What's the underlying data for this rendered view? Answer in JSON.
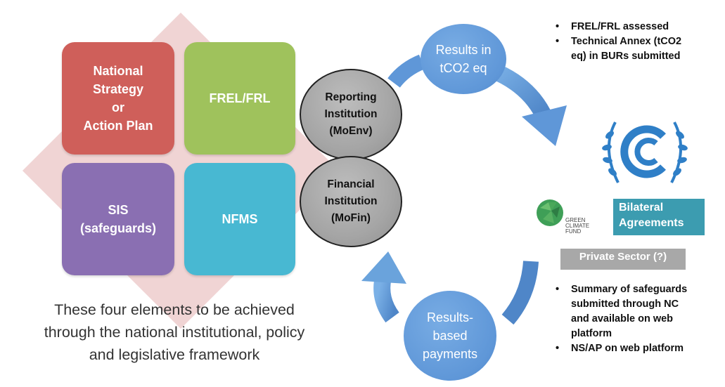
{
  "quadrants": {
    "strategy": {
      "label": "National\nStrategy\nor\nAction Plan",
      "color": "#cf5f5a"
    },
    "frel": {
      "label": "FREL/FRL",
      "color": "#9fc25c"
    },
    "sis": {
      "label": "SIS\n(safeguards)",
      "color": "#8a6fb2"
    },
    "nfms": {
      "label": "NFMS",
      "color": "#48b8d2"
    }
  },
  "institutions": {
    "reporting": "Reporting\nInstitution\n(MoEnv)",
    "financial": "Financial\nInstitution\n(MoFin)"
  },
  "cycle": {
    "top_bubble": "Results in\ntCO2 eq",
    "bottom_bubble": "Results-\nbased\npayments",
    "arrow_color": "#6aa3dc"
  },
  "caption": "These four elements to be achieved\nthrough the national institutional, policy\nand legislative framework",
  "top_bullets": [
    "FREL/FRL assessed",
    "Technical Annex (tCO2\neq) in BURs submitted"
  ],
  "unfccc_logo": {
    "icon": "unfccc-logo-icon",
    "color": "#2f7fc7"
  },
  "gcf_logo": {
    "icon": "gcf-globe-icon",
    "text": "GREEN\nCLIMATE\nFUND"
  },
  "bilateral": "Bilateral\nAgreements",
  "private_sector": "Private Sector (?)",
  "bottom_bullets": [
    "Summary of safeguards\nsubmitted through NC\nand available on  web\nplatform",
    "NS/AP on web platform"
  ]
}
